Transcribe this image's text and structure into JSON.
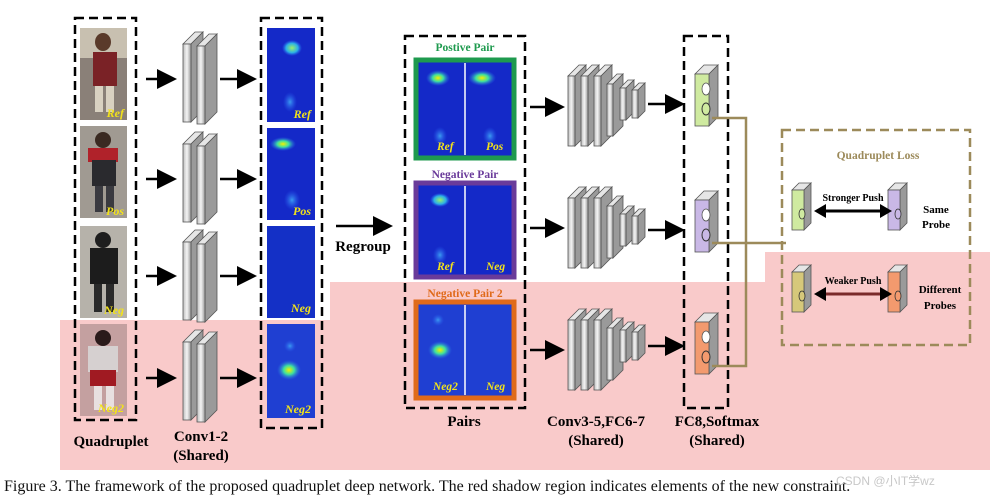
{
  "labels": {
    "quadruplet": "Quadruplet",
    "conv12": "Conv1-2",
    "conv12_shared": "(Shared)",
    "regroup": "Regroup",
    "pairs": "Pairs",
    "conv35": "Conv3-5,FC6-7",
    "conv35_shared": "(Shared)",
    "fc8": "FC8,Softmax",
    "fc8_shared": "(Shared)"
  },
  "images": {
    "ref": "Ref",
    "pos": "Pos",
    "neg": "Neg",
    "neg2": "Neg2"
  },
  "pairs": {
    "positive": {
      "title": "Postive Pair",
      "left": "Ref",
      "right": "Pos"
    },
    "negative": {
      "title": "Negative Pair",
      "left": "Ref",
      "right": "Neg"
    },
    "negative2": {
      "title": "Negative Pair 2",
      "left": "Neg2",
      "right": "Neg"
    }
  },
  "loss": {
    "title": "Quadruplet Loss",
    "stronger": "Stronger Push",
    "same_1": "Same",
    "same_2": "Probe",
    "weaker": "Weaker Push",
    "different_1": "Different",
    "different_2": "Probes"
  },
  "caption": "Figure 3. The framework of the proposed quadruplet deep network. The red shadow region indicates elements of the new constraint.",
  "watermark": "CSDN @小IT学wz",
  "colors": {
    "shadow": "#f9caca",
    "positive": "#1e9a4e",
    "negative": "#6a3b9a",
    "negative2": "#e06a1a",
    "loss_border": "#9c8a5a",
    "fc_green": "#cfeaa0",
    "fc_purple": "#c9b8e6",
    "fc_orange": "#f39a6e",
    "heat_bg": "#1429c8",
    "label_yellow": "#f2e21a"
  }
}
